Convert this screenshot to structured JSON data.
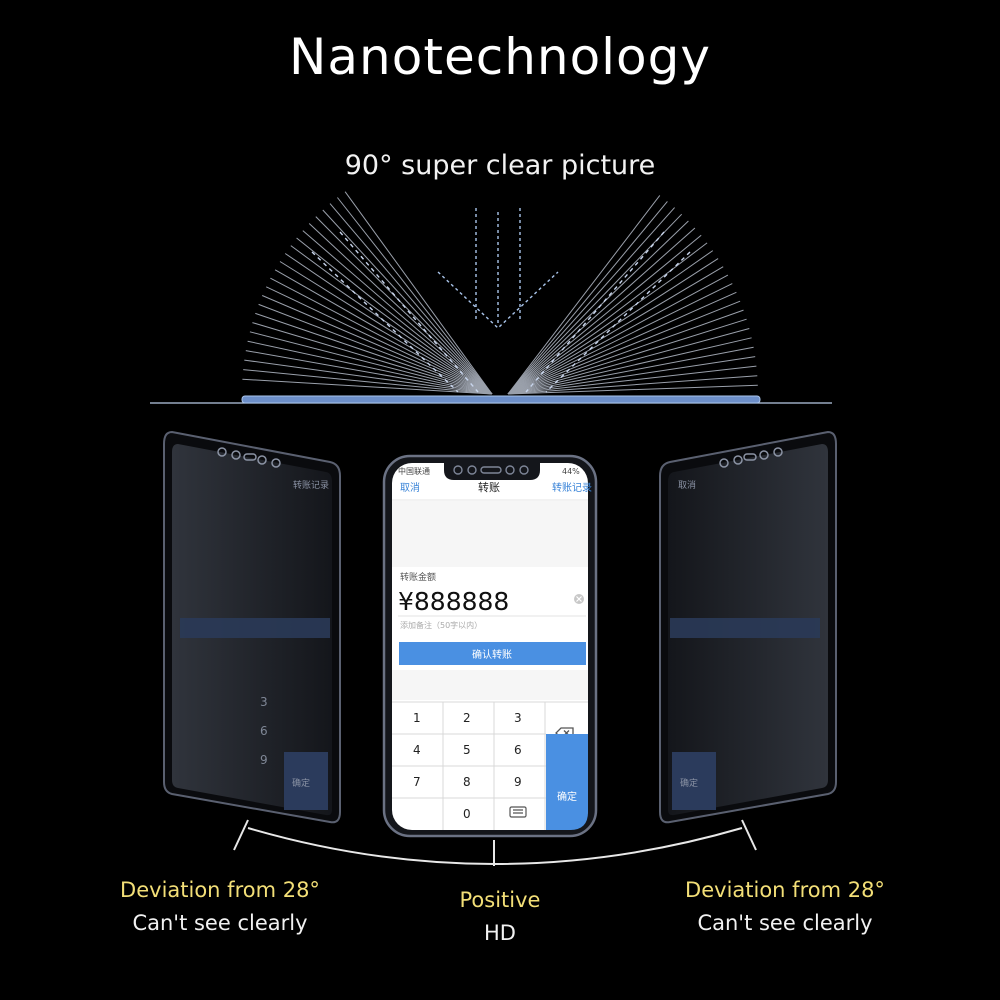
{
  "title": "Nanotechnology",
  "subtitle": "90° super clear picture",
  "phone": {
    "status_carrier": "中国联通",
    "status_battery": "44%",
    "nav_left": "取消",
    "nav_title": "转账",
    "nav_right": "转账记录",
    "amount_label": "转账金额",
    "amount": "¥888888",
    "note_hint": "添加备注（50字以内）",
    "confirm_button": "确认转账",
    "keys": [
      "1",
      "2",
      "3",
      "4",
      "5",
      "6",
      "7",
      "8",
      "9",
      "0"
    ],
    "ok_key": "确定"
  },
  "ghost_left": {
    "corner": "转账记录",
    "keys": [
      "3",
      "6",
      "9"
    ],
    "ok_key": "确定"
  },
  "ghost_right": {
    "corner": "取消",
    "ok_key": "确定"
  },
  "captions": {
    "left_line1": "Deviation from 28°",
    "left_line2": "Can't see clearly",
    "center_line1": "Positive",
    "center_line2": "HD",
    "right_line1": "Deviation from 28°",
    "right_line2": "Can't see clearly"
  },
  "colors": {
    "caption_yellow": "#f3df77",
    "accent_blue": "#4a90e2",
    "glass_line": "#a9c4ea"
  }
}
